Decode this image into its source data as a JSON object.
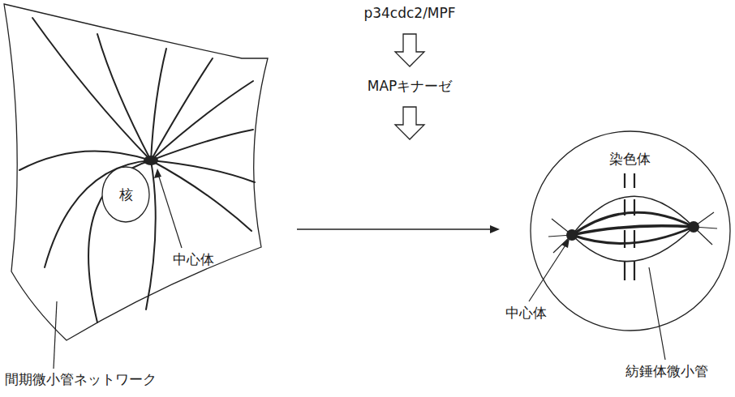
{
  "diagram": {
    "nodes": [
      {
        "text": [
          "核"
        ]
      }
    ],
    "labels": [
      "p34cdc2/MPF",
      "MAPキナーゼ",
      "中心体",
      "間期微小管ネットワーク",
      "染色体",
      "中心体",
      "紡錘体微小管"
    ]
  }
}
